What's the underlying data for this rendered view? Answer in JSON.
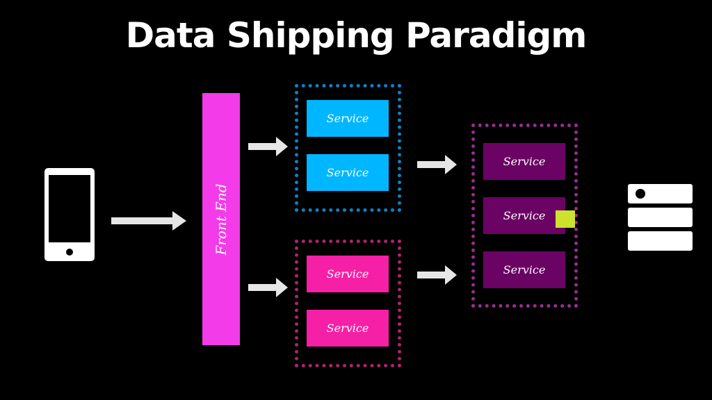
{
  "title": "Data Shipping Paradigm",
  "client": {
    "icon": "smartphone-icon"
  },
  "front_end": {
    "label": "Front End",
    "color": "#f33bea"
  },
  "groups": {
    "blue": {
      "border_color": "#0b84c6",
      "service_color": "#00b7ff",
      "services": [
        "Service",
        "Service"
      ]
    },
    "pink": {
      "border_color": "#b0246e",
      "service_color": "#f520a6",
      "services": [
        "Service",
        "Service"
      ]
    },
    "purple": {
      "border_color": "#9d2b90",
      "service_color": "#6a0364",
      "services": [
        "Service",
        "Service",
        "Service"
      ]
    }
  },
  "marker": {
    "color": "#cde22c"
  },
  "database": {
    "icon": "database-server-icon"
  },
  "arrow_color": "#e6e6e6"
}
